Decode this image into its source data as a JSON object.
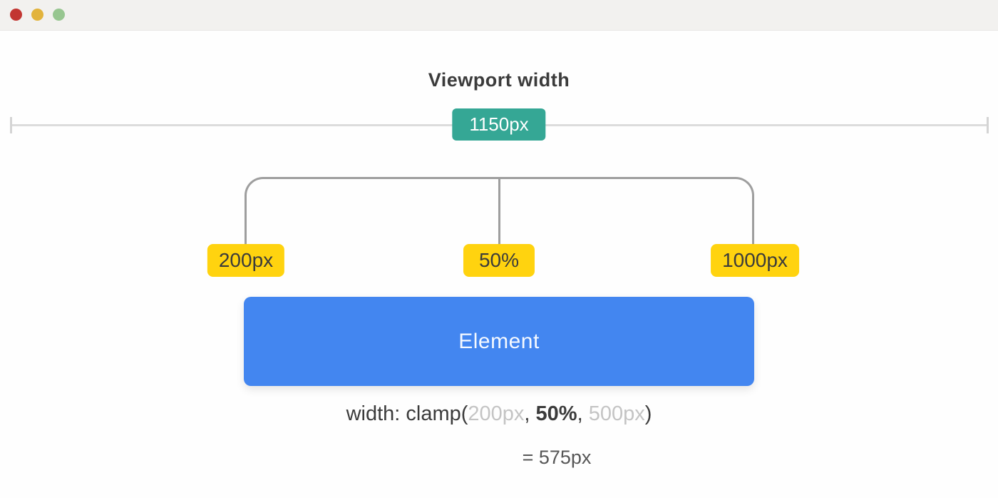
{
  "window": {
    "controls": [
      {
        "name": "close"
      },
      {
        "name": "minimize"
      },
      {
        "name": "zoom"
      }
    ]
  },
  "title": "Viewport width",
  "viewport_ruler": {
    "badge": "1150px"
  },
  "clamp_labels": {
    "min": "200px",
    "preferred": "50%",
    "max": "1000px"
  },
  "element": {
    "label": "Element"
  },
  "formula": {
    "open": "width: clamp(",
    "min": "200px",
    "comma1": ", ",
    "preferred": "50%",
    "comma2": ", ",
    "max": "500px",
    "close": ")"
  },
  "result": "= 575px",
  "colors": {
    "badge_teal": "#35a795",
    "label_yellow": "#ffd30f",
    "element_blue": "#4386f0",
    "bracket_gray": "#9e9e9e",
    "ruler_gray": "#dcdcdc",
    "text_dark": "#3b3b3b",
    "text_muted": "#c4c4c4",
    "traffic_red": "#c23632",
    "traffic_yellow": "#e2b33c",
    "traffic_green": "#97c690"
  }
}
